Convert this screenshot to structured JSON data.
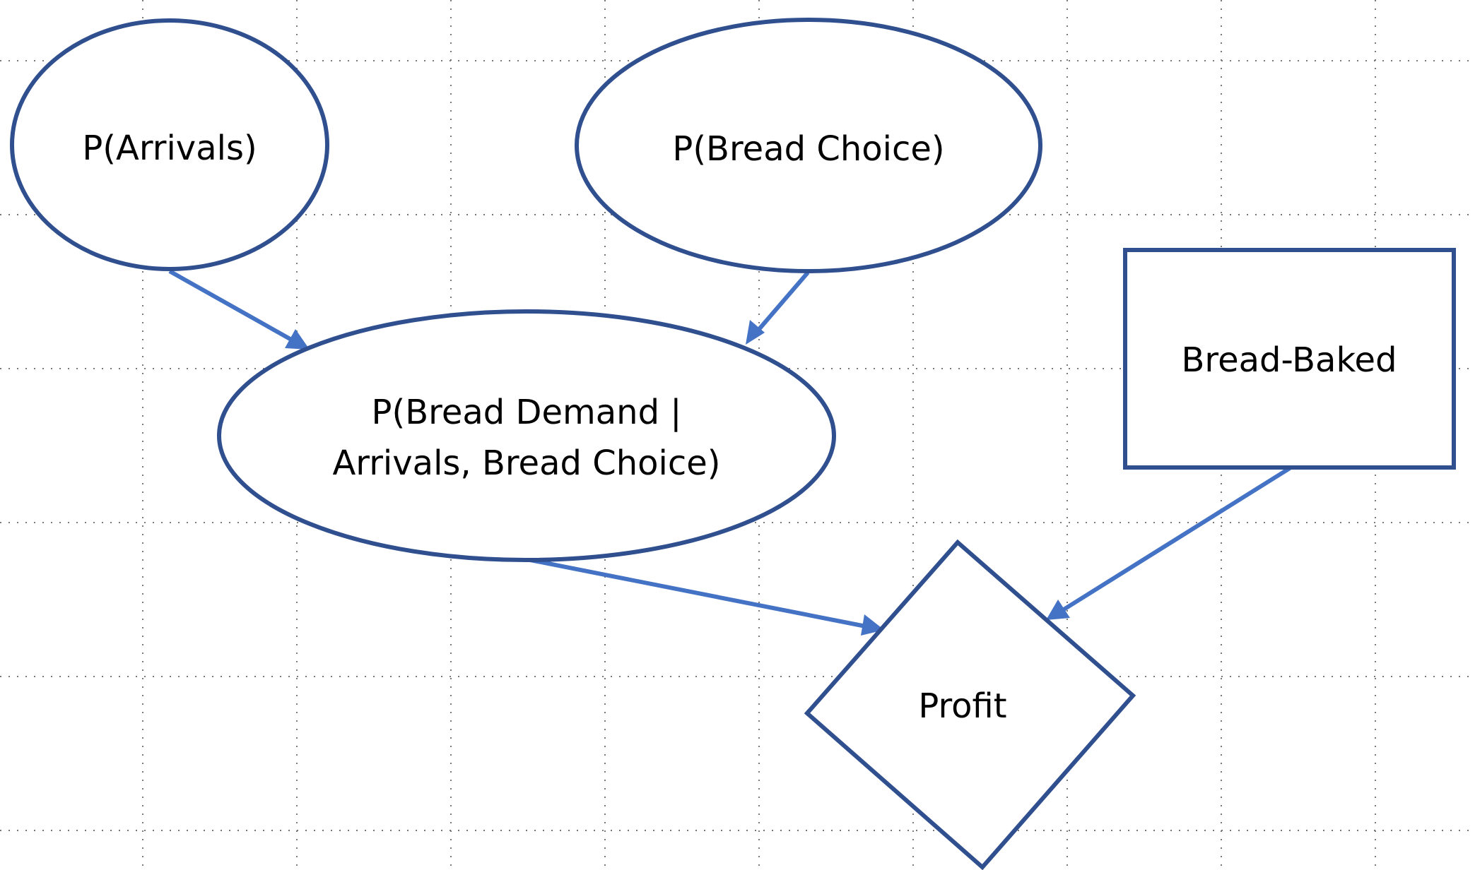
{
  "diagram": {
    "nodes": {
      "arrivals": {
        "label": "P(Arrivals)",
        "shape": "ellipse"
      },
      "bread_choice": {
        "label": "P(Bread Choice)",
        "shape": "ellipse"
      },
      "bread_demand": {
        "label_line1": "P(Bread Demand |",
        "label_line2": "Arrivals, Bread Choice)",
        "shape": "ellipse"
      },
      "bread_baked": {
        "label": "Bread-Baked",
        "shape": "rectangle"
      },
      "profit": {
        "label": "Profit",
        "shape": "diamond"
      }
    },
    "edges": [
      {
        "from": "arrivals",
        "to": "bread_demand"
      },
      {
        "from": "bread_choice",
        "to": "bread_demand"
      },
      {
        "from": "bread_demand",
        "to": "profit"
      },
      {
        "from": "bread_baked",
        "to": "profit"
      }
    ],
    "colors": {
      "node_stroke": "#2f4f8f",
      "edge": "#4472c4",
      "grid": "#7a7a7a",
      "text": "#000000"
    }
  }
}
